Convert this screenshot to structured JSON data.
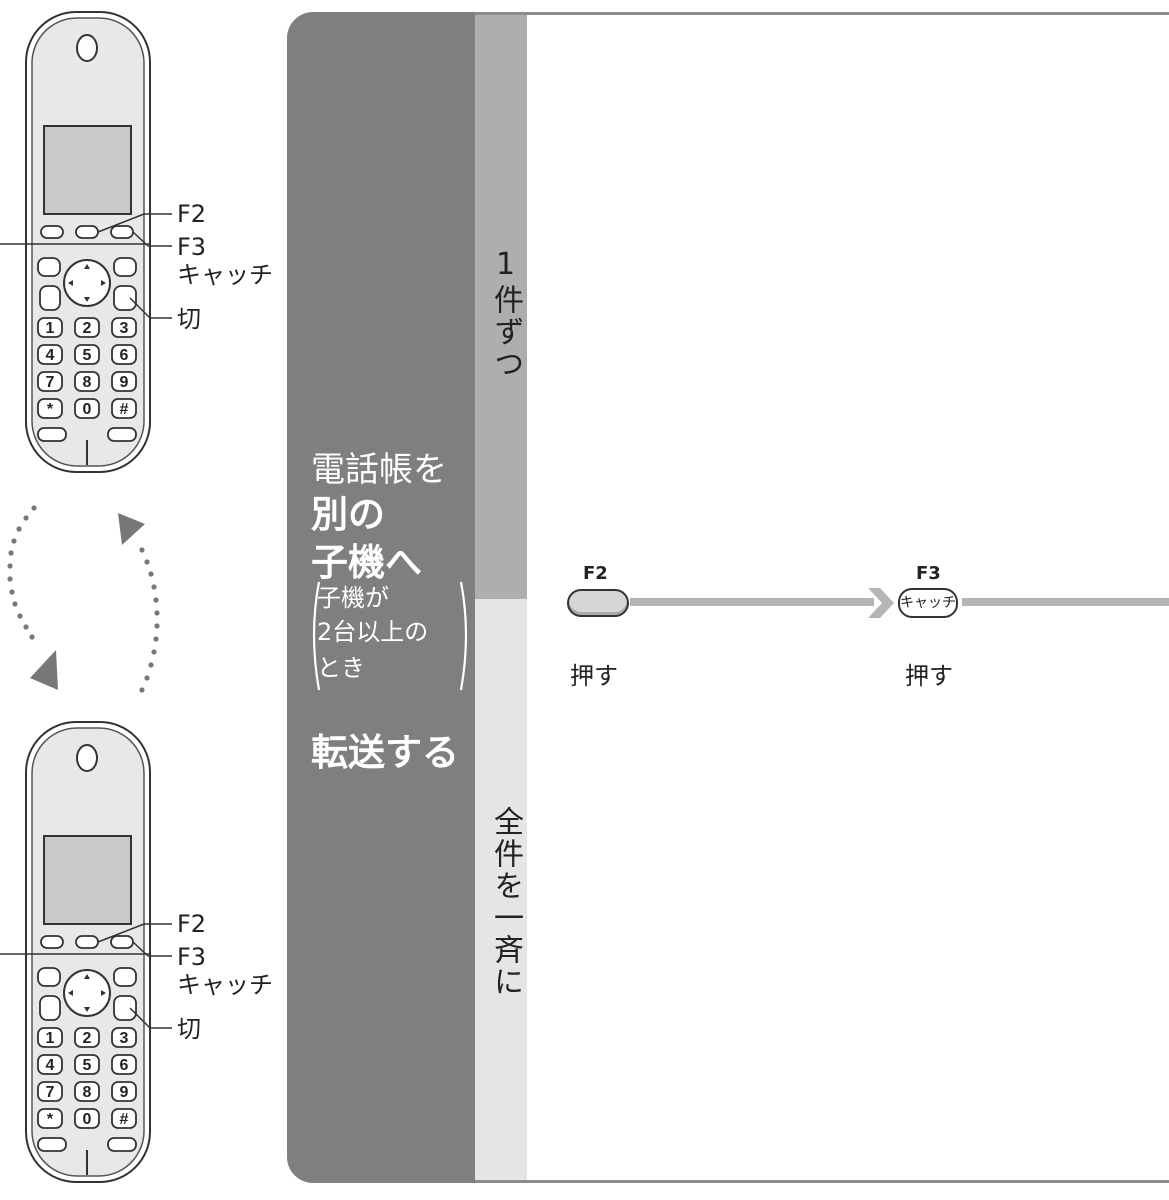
{
  "handset_callouts": {
    "f2": "F2",
    "f3": "F3",
    "catch": "キャッチ",
    "off": "切"
  },
  "keypad": [
    "1",
    "2",
    "3",
    "4",
    "5",
    "6",
    "7",
    "8",
    "9",
    "*",
    "0",
    "#"
  ],
  "panel": {
    "line1": "電話帳を",
    "line2": "別の",
    "line3": "子機へ",
    "note_line1": "子機が",
    "note_line2": "2台以上の",
    "note_line3": "とき",
    "line4": "転送する"
  },
  "tabs": {
    "one_by_one": "1件ずつ",
    "all_at_once": "全件を一斉に"
  },
  "steps": [
    {
      "key_label": "F2",
      "key_face": "",
      "caption": "押す"
    },
    {
      "key_label": "F3",
      "key_face": "キャッチ",
      "caption": "押す"
    }
  ],
  "colors": {
    "panel_dark": "#7f7f7f",
    "band_mid": "#aeaeae",
    "band_light": "#e5e5e5",
    "flow_line": "#b5b5b5"
  }
}
